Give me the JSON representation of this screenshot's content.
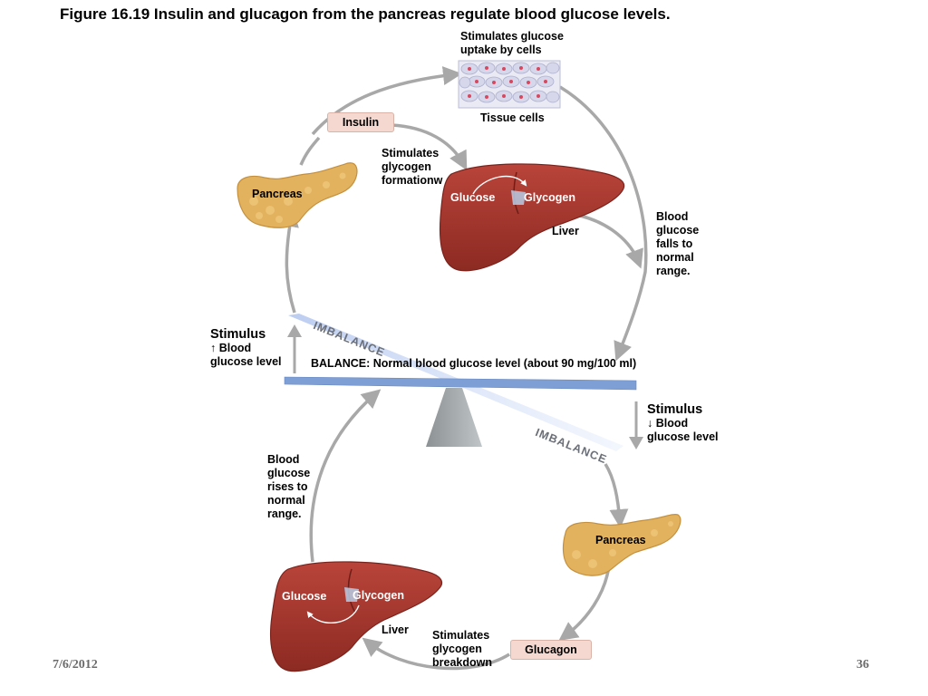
{
  "title": "Figure 16.19  Insulin and glucagon from the pancreas regulate blood glucose levels.",
  "top_loop": {
    "uptake_label": "Stimulates glucose uptake by cells",
    "tissue_label": "Tissue cells",
    "insulin_label": "Insulin",
    "formation_label": "Stimulates glycogen formationw",
    "pancreas_label": "Pancreas",
    "liver_label": "Liver",
    "glucose_label": "Glucose",
    "glycogen_label": "Glycogen",
    "falls_label": "Blood glucose falls to normal range."
  },
  "stimulus_top": {
    "heading": "Stimulus",
    "arrow": "↑",
    "text": "Blood glucose level"
  },
  "imbalance_top": "IMBALANCE",
  "balance": {
    "bold": "BALANCE:",
    "text": "Normal blood glucose level (about 90 mg/100 ml)"
  },
  "stimulus_bottom": {
    "heading": "Stimulus",
    "arrow": "↓",
    "text": "Blood glucose level"
  },
  "imbalance_bottom": "IMBALANCE",
  "bottom_loop": {
    "rises_label": "Blood glucose rises to normal range.",
    "pancreas_label": "Pancreas",
    "glucose_label": "Glucose",
    "glycogen_label": "Glycogen",
    "liver_label": "Liver",
    "breakdown_label": "Stimulates glycogen breakdown",
    "glucagon_label": "Glucagon"
  },
  "footer": {
    "date": "7/6/2012",
    "page": "36"
  },
  "colors": {
    "liver": "#a63328",
    "pancreas": "#e2b25e",
    "cycle_arrow": "#a8a8a8",
    "beam": "#7e9fd6",
    "pill_fill": "#f5d8cf"
  },
  "icons": [
    "tissue-cells-image",
    "pancreas-image",
    "liver-image",
    "seesaw-fulcrum",
    "cycle-arrow",
    "stimulus-arrow"
  ]
}
